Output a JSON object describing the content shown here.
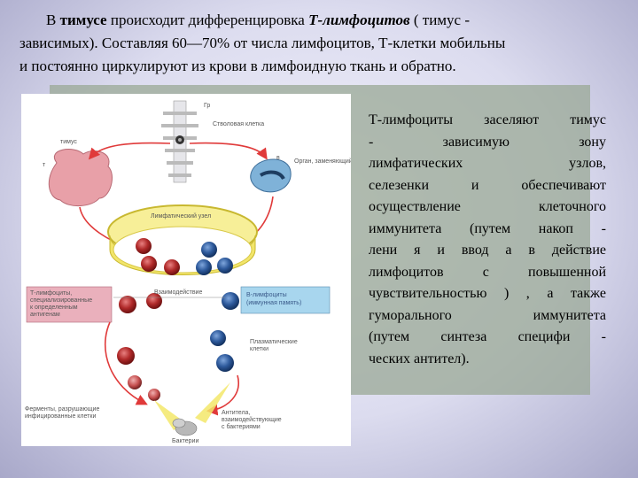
{
  "top_paragraph": {
    "lines": [
      [
        "В ",
        "тимусе",
        " происходит дифференцировка ",
        "Т-лимфоцитов",
        " ( тимус -"
      ],
      "зависимых). Составляя 60—70% от числа лимфоцитов, Т-клетки мобильны",
      "и постоянно циркулируют из крови в лимфоидную ткань и обратно."
    ]
  },
  "right_paragraph": {
    "lines": [
      "Т-лимфоциты заселяют тимус",
      "- зависимую зону",
      "лимфатических узлов,",
      "селезенки и обеспечивают",
      "осуществление клеточного",
      "иммунитета (путем накоп -",
      "лени я и ввод а в действие",
      "лимфоцитов с повышенной",
      "чувствительностью ) , а также",
      "гуморального иммунитета",
      "(путем синтеза специфи -",
      "ческих антител)."
    ]
  },
  "figure": {
    "labels": {
      "gr": "Гр",
      "stem_cell": "Стволовая клетка",
      "thymus": "тимус",
      "t_mark": "т",
      "b_mark": "в",
      "bursa_organ": "Орган, заменяющий бурсу",
      "lymph_node": "Лимфатический узел",
      "t_lymphocytes": "Т-лимфоциты, специализированные к определенным антигенам",
      "interaction": "Взаимодействие",
      "b_lymphocytes": "В-лимфоциты (иммунная память)",
      "plasma_cells": "Плазматические клетки",
      "enzymes": "Ферменты, разрушающие инфицированные клетки",
      "antibodies": "Антитела, взаимодействующие с бактериями",
      "bacteria": "Бактерии"
    },
    "colors": {
      "t_cell": "#c0392b",
      "b_cell": "#2e5a9c",
      "arrow": "#e03a3a",
      "t_box": "#e8a0b0",
      "b_box": "#8fc8e8"
    }
  }
}
